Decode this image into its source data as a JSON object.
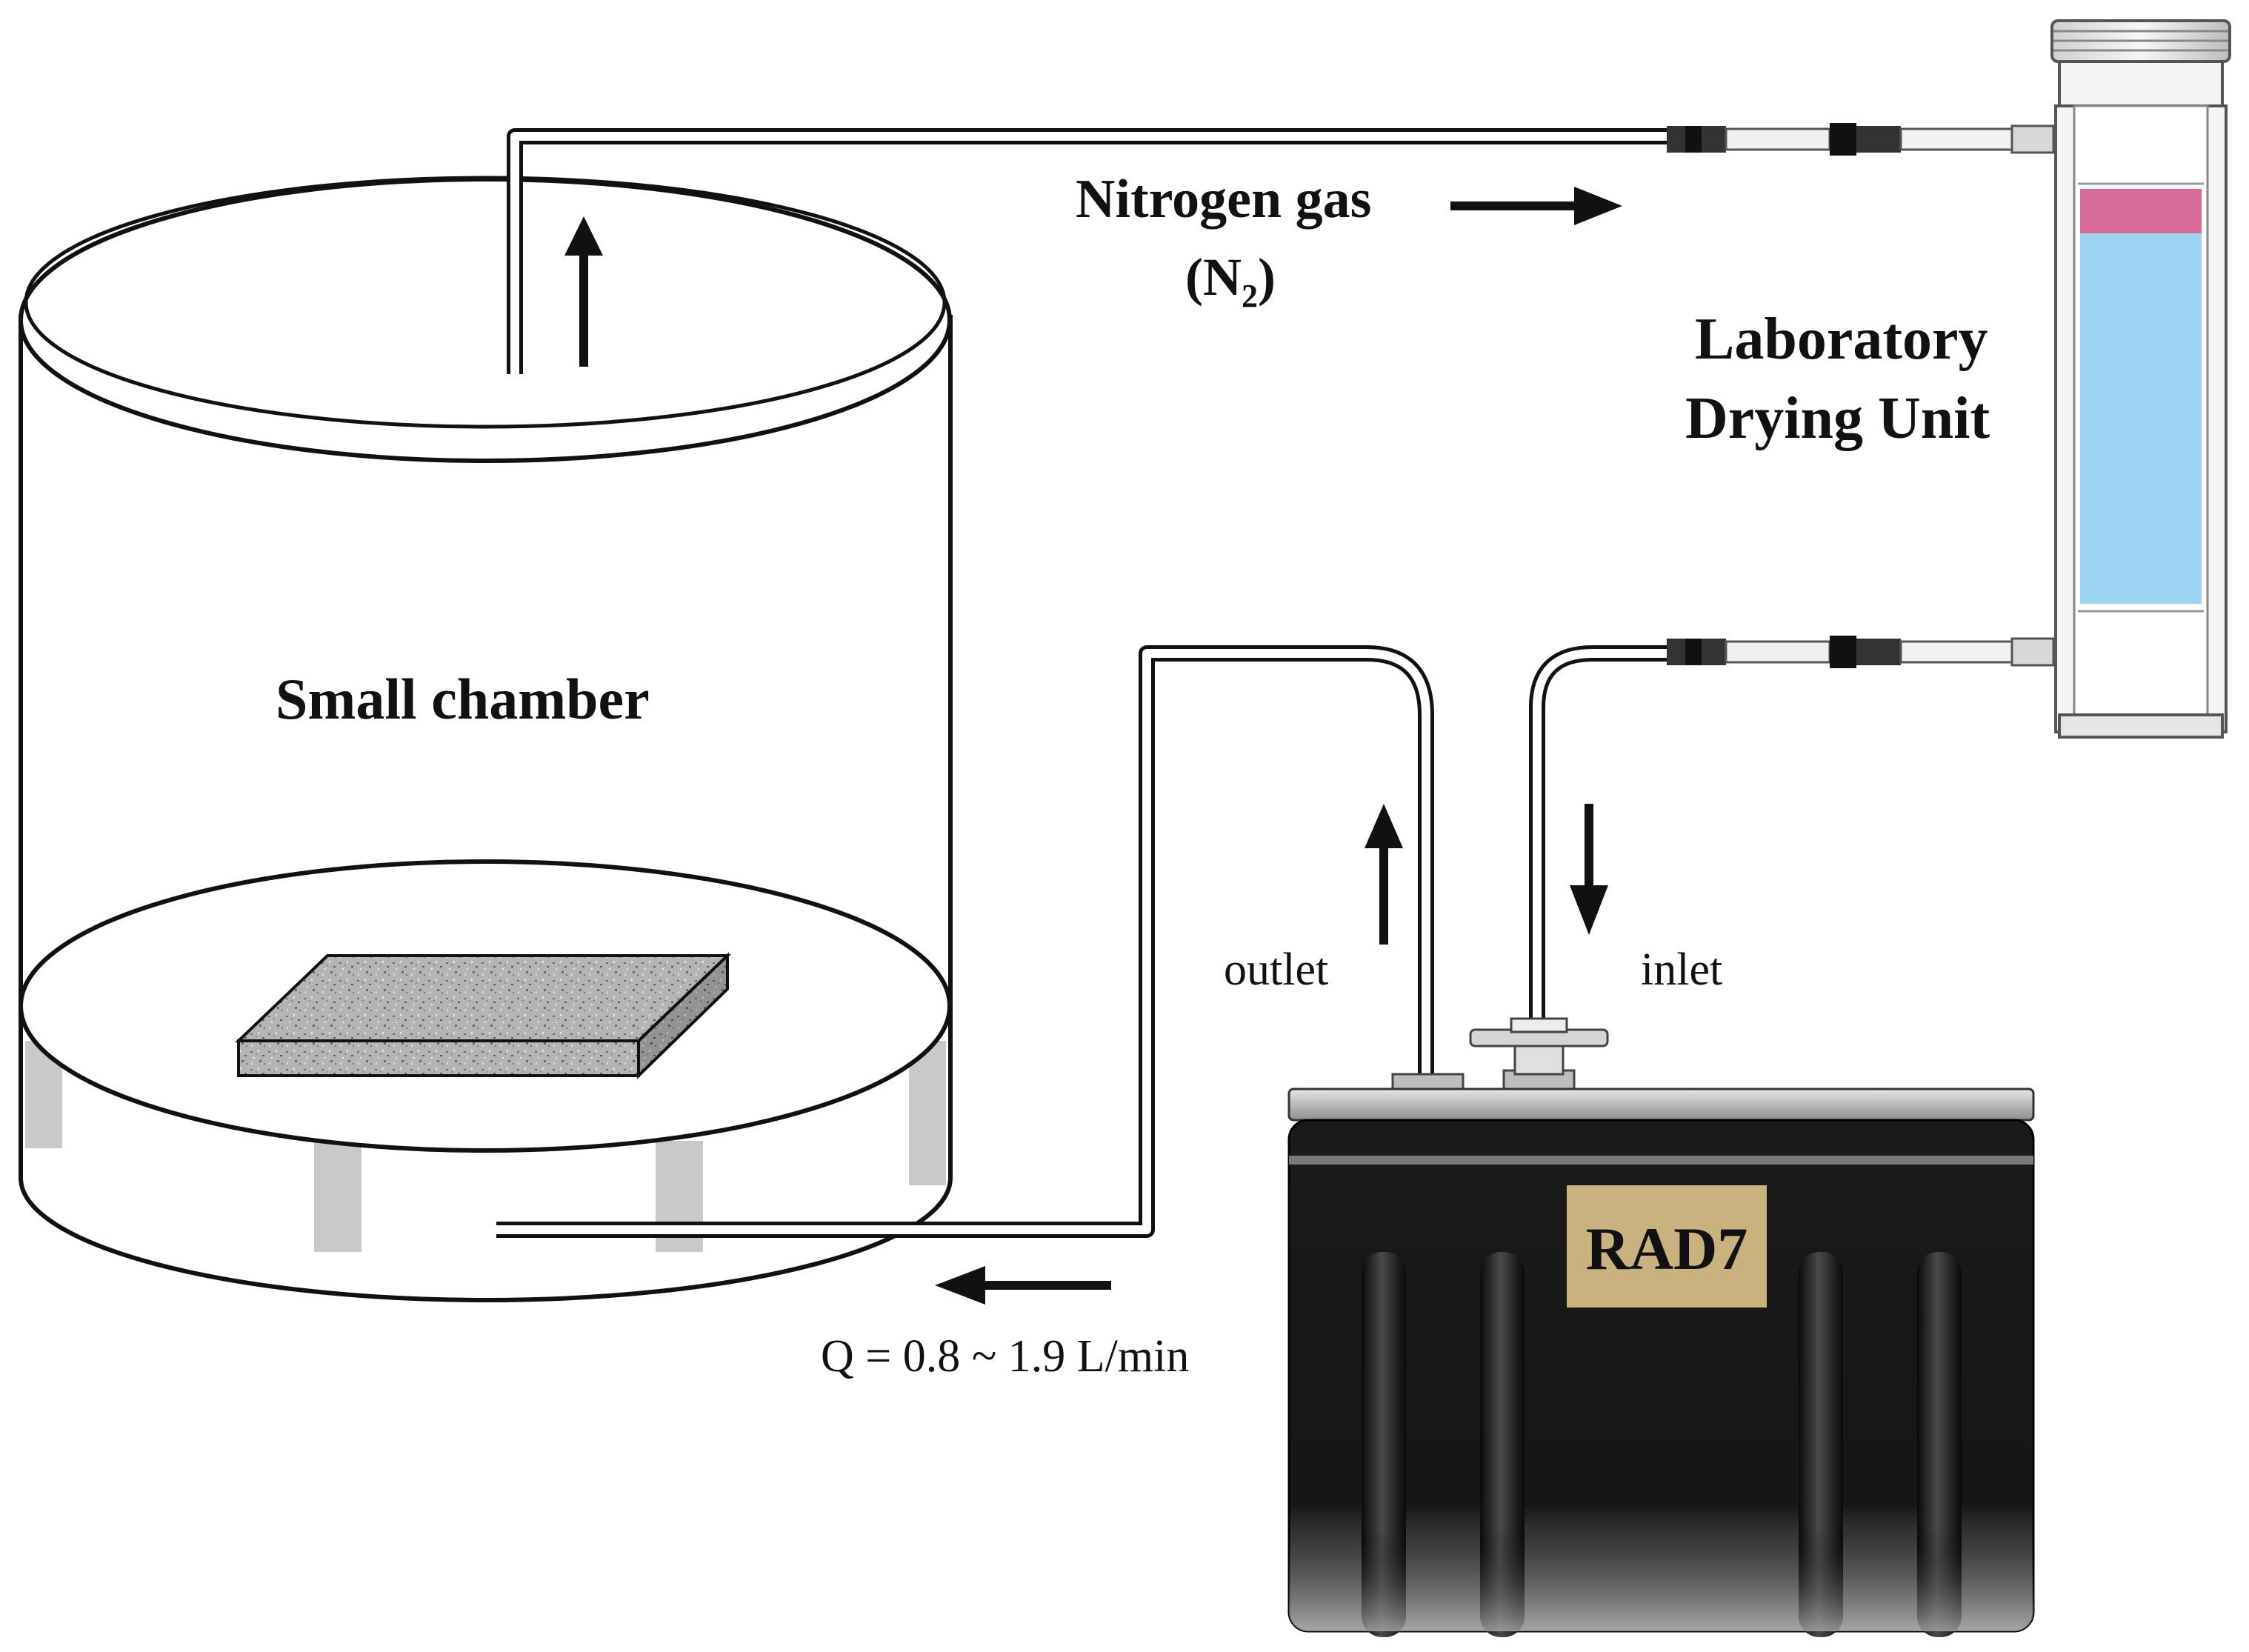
{
  "diagram": {
    "labels": {
      "small_chamber": "Small chamber",
      "nitrogen_gas": "Nitrogen gas",
      "nitrogen_formula_prefix": "(N",
      "nitrogen_formula_sub": "2",
      "nitrogen_formula_suffix": ")",
      "drying_unit_line1": "Laboratory",
      "drying_unit_line2": "Drying Unit",
      "outlet": "outlet",
      "inlet": "inlet",
      "flow_rate": "Q = 0.8 ~ 1.9 L/min",
      "device": "RAD7"
    },
    "colors": {
      "line": "#111111",
      "tube_fill": "#ffffff",
      "desiccant_pink": "#d96b9a",
      "desiccant_blue": "#9ad4f0",
      "device_body": "#141414",
      "device_label_bg": "#c8b27e",
      "leg_gray": "#c9c9c9",
      "sample_gray": "#a9a9a9"
    }
  }
}
